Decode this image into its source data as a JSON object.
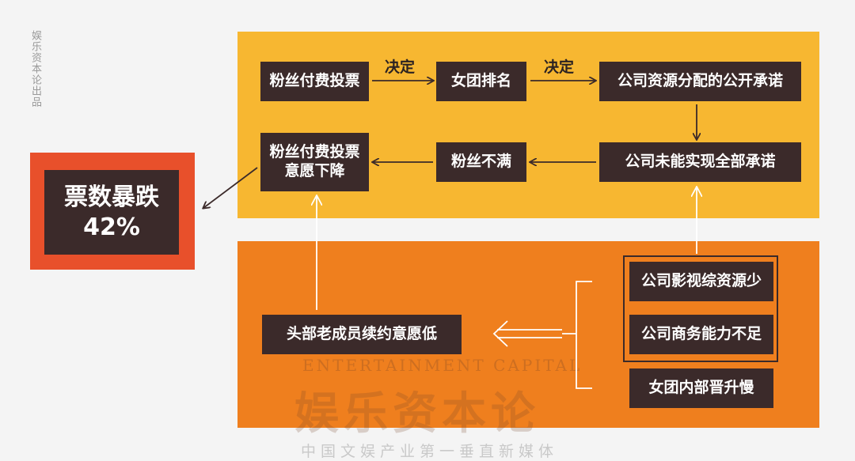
{
  "side_label": "娱乐资本论出品",
  "result": {
    "line1": "票数暴跌",
    "line2": "42%"
  },
  "nodes": {
    "fan_vote": "粉丝付费投票",
    "group_rank": "女团排名",
    "company_promise": "公司资源分配的公开承诺",
    "company_failed": "公司未能实现全部承诺",
    "fan_unhappy": "粉丝不满",
    "vote_decline": "粉丝付费投票\n意愿下降",
    "senior_renew": "头部老成员续约意愿低",
    "film_resource": "公司影视综资源少",
    "business_ability": "公司商务能力不足",
    "slow_promotion": "女团内部晋升慢"
  },
  "edge_labels": {
    "decide_1": "决定",
    "decide_2": "决定"
  },
  "watermark": {
    "english": "ENTERTAINMENT CAPITAL",
    "chinese": "娱乐资本论",
    "slogan": "中国文娱产业第一垂直新媒体"
  },
  "colors": {
    "top_panel": "#f7b731",
    "bottom_panel": "#ef7f1e",
    "result_frame": "#e8502b",
    "node_fill": "#3b2a2a"
  }
}
